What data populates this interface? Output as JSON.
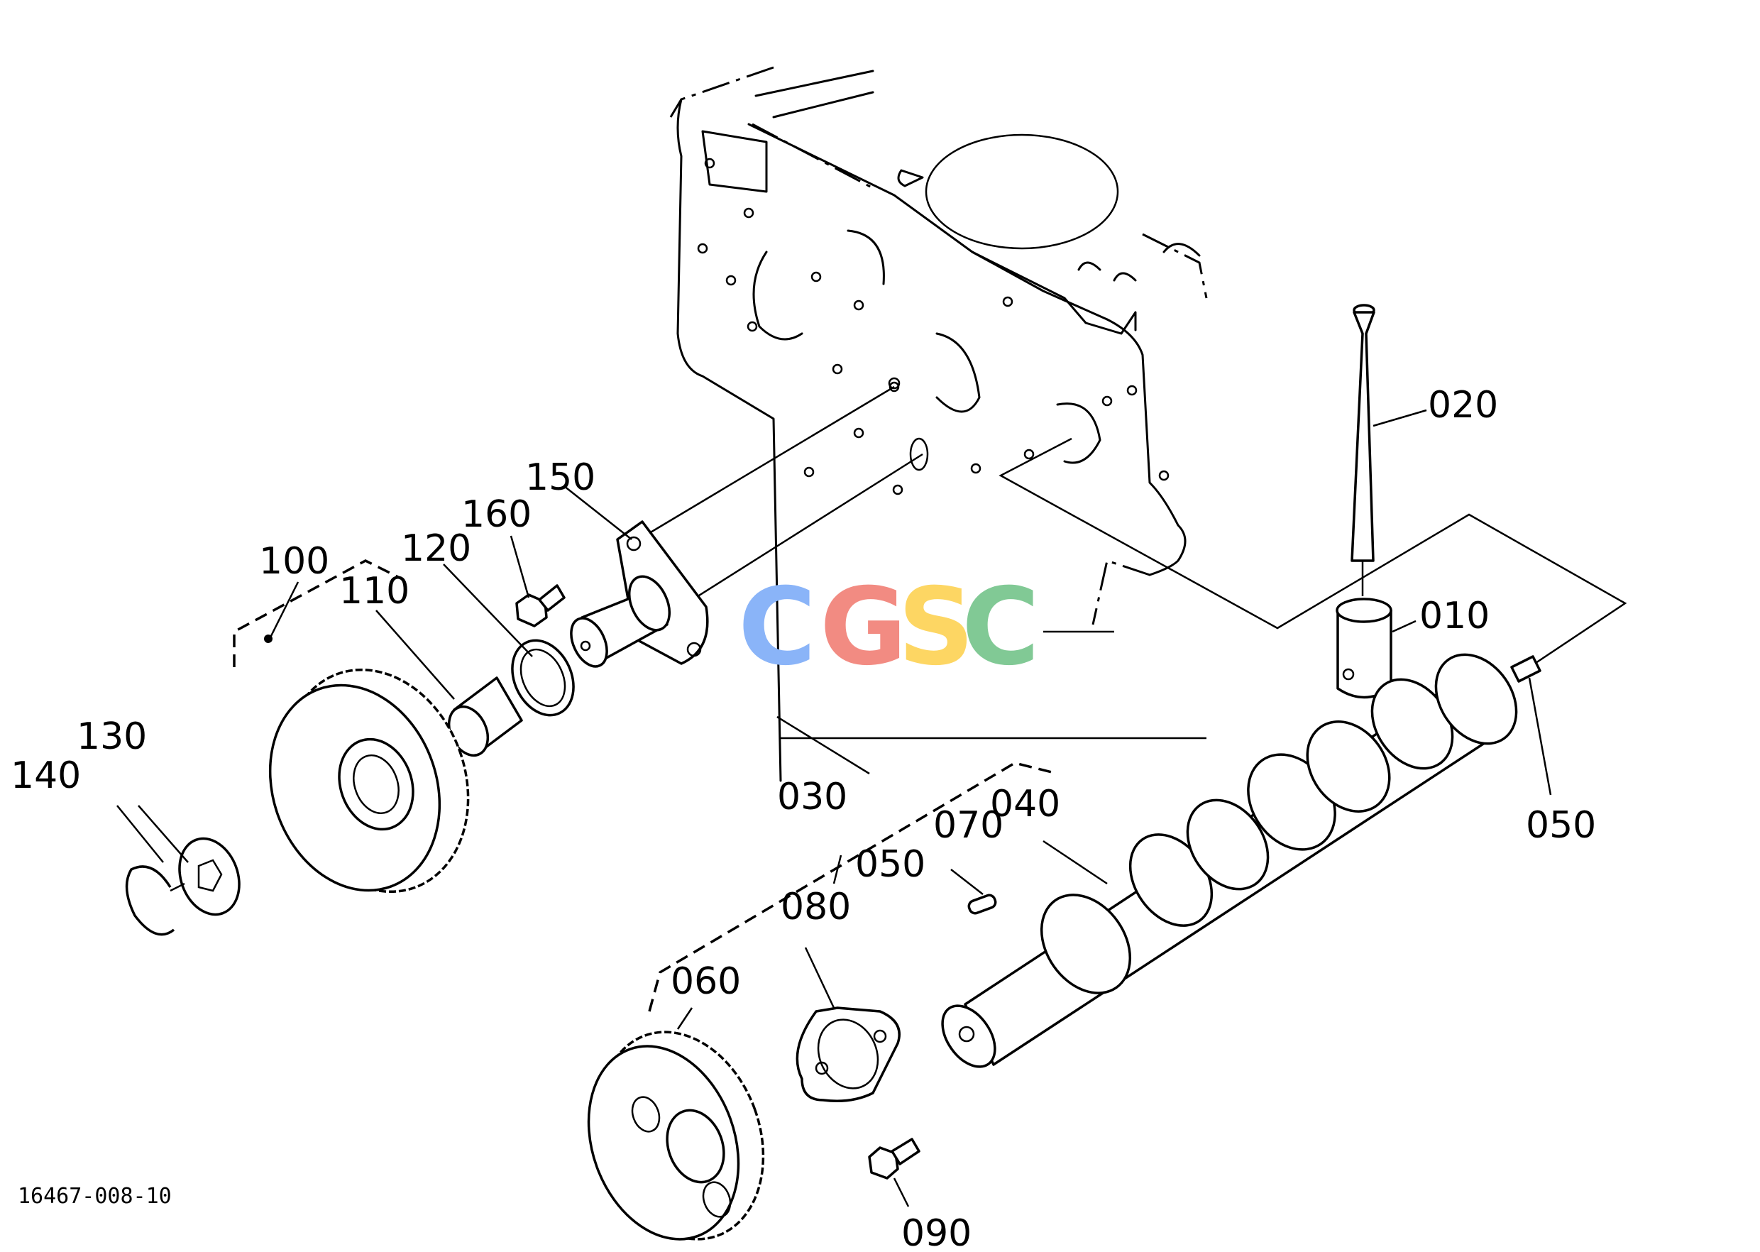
{
  "labels": {
    "p010": "010",
    "p020": "020",
    "p030": "030",
    "p040": "040",
    "p050a": "050",
    "p050b": "050",
    "p060": "060",
    "p070": "070",
    "p080": "080",
    "p090": "090",
    "p100": "100",
    "p110": "110",
    "p120": "120",
    "p130": "130",
    "p140": "140",
    "p150": "150",
    "p160": "160"
  },
  "drawing_number": "16467-008-10",
  "watermark": {
    "letters": [
      "C",
      "G",
      "S",
      "C"
    ],
    "colors": [
      "#8ab4f8",
      "#f28b82",
      "#fdd663",
      "#81c995"
    ]
  }
}
